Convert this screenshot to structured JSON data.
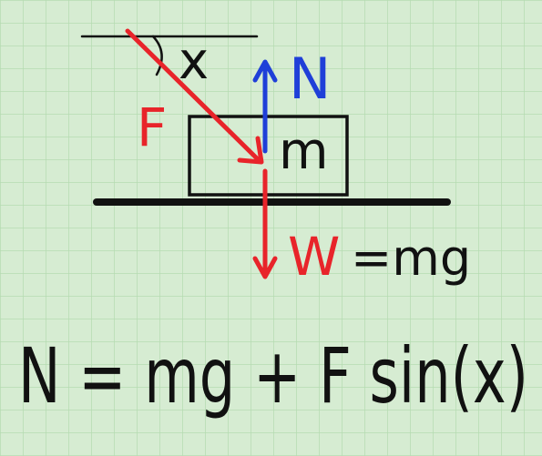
{
  "colors": {
    "background": "#d6ecd2",
    "grid": "#b5dbb1",
    "ink": "#111111",
    "force": "#e8242a",
    "normal": "#1f3fd8"
  },
  "labels": {
    "angle": "x",
    "applied_force": "F",
    "normal_force": "N",
    "mass": "m",
    "weight": "W",
    "weight_equation_rhs": "=mg"
  },
  "equation": {
    "text": "N = mg + F sin(x)"
  }
}
